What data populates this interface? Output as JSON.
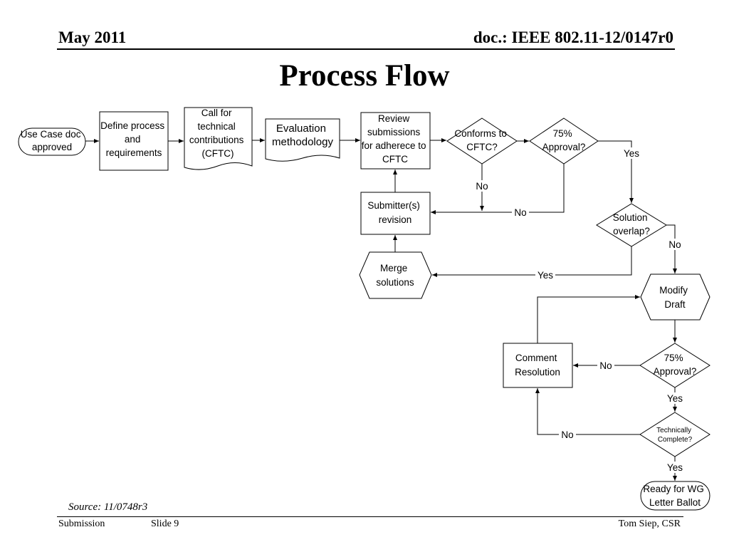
{
  "header": {
    "date": "May 2011",
    "doc": "doc.: IEEE 802.11-12/0147r0"
  },
  "title": "Process Flow",
  "nodes": {
    "use_case": [
      "Use Case doc",
      "approved"
    ],
    "define": [
      "Define process",
      "and",
      "requirements"
    ],
    "cftc": [
      "Call for",
      "technical",
      "contributions",
      "(CFTC)"
    ],
    "evaluation": [
      "Evaluation",
      "methodology"
    ],
    "review": [
      "Review",
      "submissions",
      "for adherece to",
      "CFTC"
    ],
    "conforms": [
      "Conforms to",
      "CFTC?"
    ],
    "approval1": [
      "75%",
      "Approval?"
    ],
    "submitter": [
      "Submitter(s)",
      "revision"
    ],
    "solution_overlap": [
      "Solution",
      "overlap?"
    ],
    "merge": [
      "Merge",
      "solutions"
    ],
    "modify": [
      "Modify",
      "Draft"
    ],
    "comment": [
      "Comment",
      "Resolution"
    ],
    "approval2": [
      "75%",
      "Approval?"
    ],
    "technically": [
      "Technically",
      "Complete?"
    ],
    "ready": [
      "Ready for WG",
      "Letter Ballot"
    ]
  },
  "edge_labels": {
    "yes_overlap": "Yes",
    "no_conforms": "No",
    "no_approval1": "No",
    "no_overlap": "No",
    "yes_merge": "Yes",
    "no_approval2": "No",
    "yes_approval2": "Yes",
    "no_technically": "No",
    "yes_technically": "Yes"
  },
  "source": "Source: 11/0748r3",
  "footer": {
    "submission": "Submission",
    "slide": "Slide 9",
    "author": "Tom Siep, CSR"
  }
}
